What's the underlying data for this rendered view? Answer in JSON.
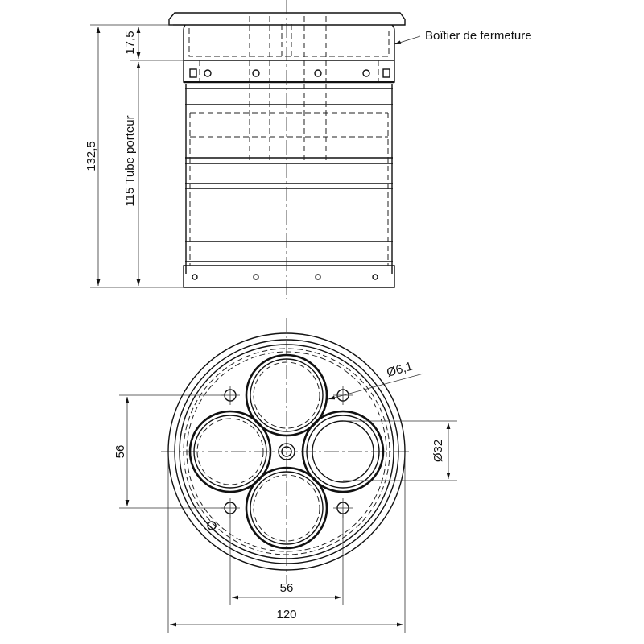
{
  "labels": {
    "housing": "Boîtier de fermeture",
    "dim_total_height": "132,5",
    "dim_tube": "115 Tube porteur",
    "dim_housing_height": "17,5",
    "dim_hole_dia": "Ø6,1",
    "dim_tube_dia": "Ø32",
    "dim_vertical_spacing": "56",
    "dim_horizontal_spacing": "56",
    "dim_outer_dia": "120"
  },
  "colors": {
    "line": "#111111"
  }
}
